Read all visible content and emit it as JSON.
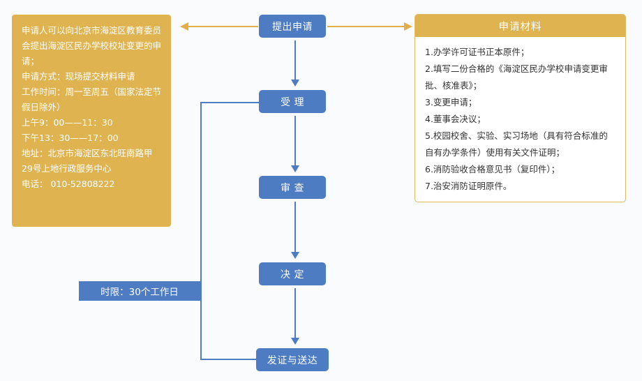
{
  "theme": {
    "background": "#fafbfd",
    "node_blue": "#4d7cc3",
    "panel_orange": "#dfb450",
    "arrow_orange": "#e0ae4d",
    "panel_border": "#e0b964",
    "body_text": "#333333"
  },
  "info_panel": {
    "lines": [
      "申请人可以向北京市海淀区教育委员会提出海淀区民办学校校址变更的申请；",
      "申请方式：现场提交材料申请",
      "工作时间：周一至周五（国家法定节假日除外）",
      "上午9：00——11：30",
      "下午13：30——17：00",
      "地址：北京市海淀区东北旺南路甲29号上地行政服务中心",
      "电话： 010-52808222"
    ]
  },
  "materials_panel": {
    "title": "申请材料",
    "items": [
      "1.办学许可证书正本原件；",
      "2.填写二份合格的《海淀区民办学校申请变更审批、核准表》；",
      "3.变更申请；",
      "4.董事会决议；",
      "5.校园校舍、实验、实习场地（具有符合标准的自有办学条件）使用有关文件证明；",
      "6.消防验收合格意见书（复印件）；",
      "7.治安消防证明原件。"
    ]
  },
  "flow": {
    "nodes": [
      {
        "id": "submit",
        "label": "提出申请"
      },
      {
        "id": "accept",
        "label": "受 理"
      },
      {
        "id": "review",
        "label": "审 查"
      },
      {
        "id": "decide",
        "label": "决 定"
      },
      {
        "id": "deliver",
        "label": "发证与送达"
      }
    ],
    "deadline_label": "时限：30个工作日",
    "connectors": {
      "left_arrow": "arrow-left-to-info-panel",
      "right_arrow": "arrow-right-to-materials-panel",
      "bracket": "bracket-accept-to-deliver"
    }
  }
}
